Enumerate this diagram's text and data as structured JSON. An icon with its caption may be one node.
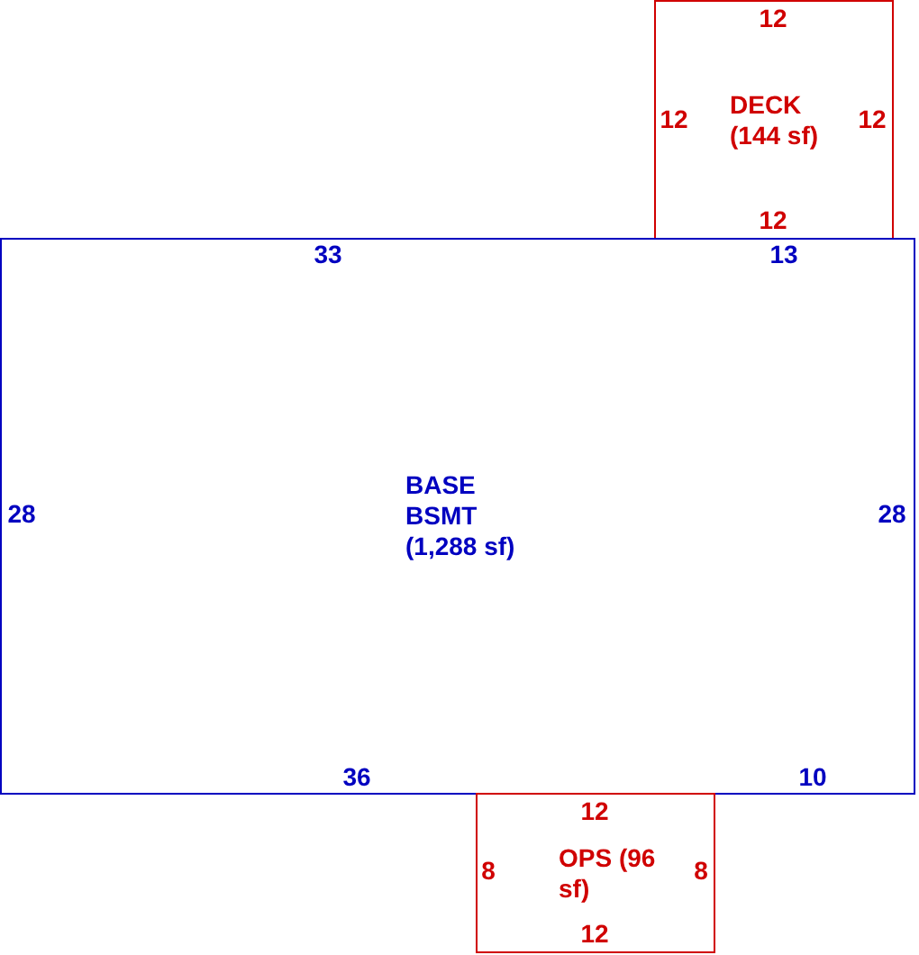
{
  "diagram": {
    "nodes": [
      {
        "text": [
          "DECK (144 sf)"
        ]
      },
      {
        "text": [
          "BASE BSMT (1,288 sf)"
        ]
      },
      {
        "text": [
          "OPS (96 sf)"
        ]
      }
    ],
    "labels": [
      "12",
      "12",
      "12",
      "12",
      "33",
      "13",
      "28",
      "28",
      "36",
      "10",
      "12",
      "8",
      "8",
      "12"
    ]
  }
}
